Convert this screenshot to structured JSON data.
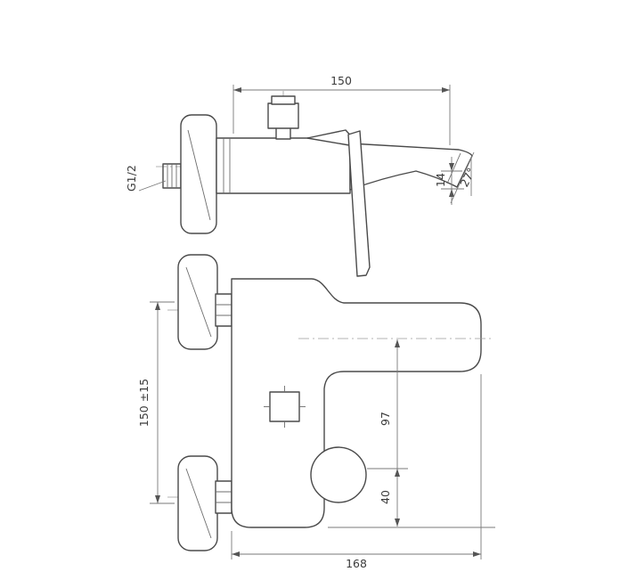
{
  "drawing": {
    "type": "technical-dimension-drawing",
    "subject": "wall-mounted single-lever bath mixer",
    "line_color": "#4a4a4a",
    "dim_color": "#7a7a7a",
    "views": {
      "side_view": {
        "dims": {
          "spout_reach": "150",
          "inlet_thread": "G1/2",
          "outlet_face_height": "14",
          "outlet_angle": "27°"
        }
      },
      "front_view": {
        "dims": {
          "connection_spacing": "150 ±15",
          "axis_to_bottom": "97",
          "lever_axis_to_bottom": "40",
          "overall_width": "168"
        }
      }
    }
  }
}
